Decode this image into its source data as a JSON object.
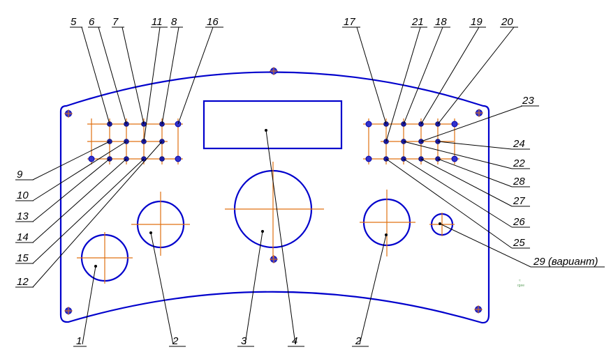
{
  "colors": {
    "outline": "#0000cc",
    "centerline": "#e07010",
    "leader": "#000000"
  },
  "callouts": {
    "c1": "1",
    "c2a": "2",
    "c2b": "2",
    "c3": "3",
    "c4": "4",
    "c5": "5",
    "c6": "6",
    "c7": "7",
    "c8": "8",
    "c9": "9",
    "c10": "10",
    "c11": "11",
    "c12": "12",
    "c13": "13",
    "c14": "14",
    "c15": "15",
    "c16": "16",
    "c17": "17",
    "c18": "18",
    "c19": "19",
    "c20": "20",
    "c21": "21",
    "c22": "22",
    "c23": "23",
    "c24": "24",
    "c25": "25",
    "c26": "26",
    "c27": "27",
    "c28": "28",
    "c29": "29 (вариант)"
  },
  "stamp": {
    "line1": "≈",
    "line2": "rgee"
  }
}
